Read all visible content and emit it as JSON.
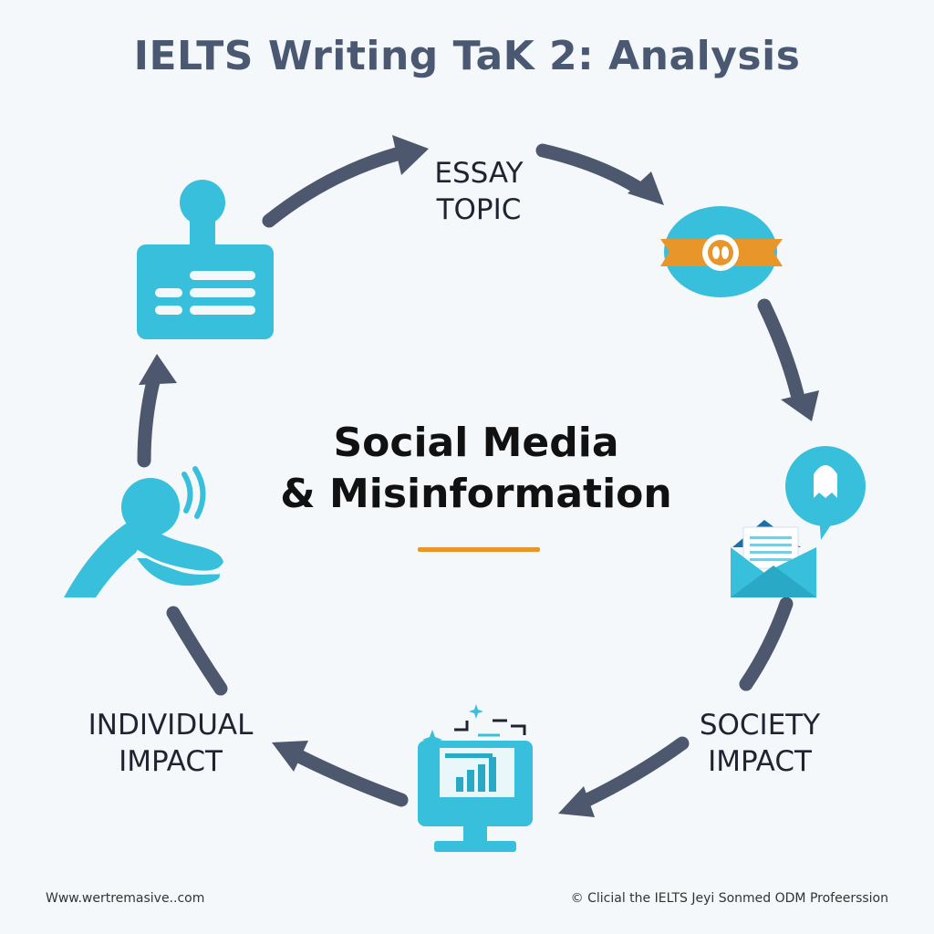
{
  "title": "IELTS Writing TaK 2: Analysis",
  "center": {
    "line1": "Social Media",
    "line2": "& Misinformation"
  },
  "nodes": {
    "essay_topic": {
      "line1": "ESSAY",
      "line2": "TOPIC"
    },
    "society_impact": {
      "line1": "SOCIETY",
      "line2": "IMPACT"
    },
    "individual_impact": {
      "line1": "INDIVIDUAL",
      "line2": "IMPACT"
    }
  },
  "icons": {
    "profile_card": "profile-card-icon",
    "badge": "ribbon-badge-icon",
    "chat_mail": "chat-envelope-icon",
    "monitor": "analytics-monitor-icon",
    "person": "stressed-person-icon"
  },
  "footer": {
    "left": "Www.wertremasive..com",
    "right": "© Clicial the IELTS Jeyi Sonmed ODM Profeerssion"
  },
  "colors": {
    "title": "#4a5872",
    "arrow": "#4d586e",
    "icon": "#37bfdc",
    "accent": "#e8952a"
  }
}
